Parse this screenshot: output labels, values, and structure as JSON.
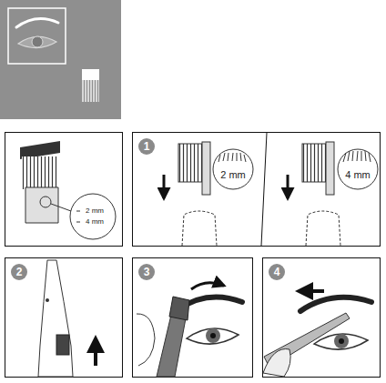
{
  "diagram": {
    "labels": [
      "2 mm",
      "4 mm",
      "1",
      "2 mm",
      "4 mm",
      "2",
      "3",
      "4"
    ]
  }
}
